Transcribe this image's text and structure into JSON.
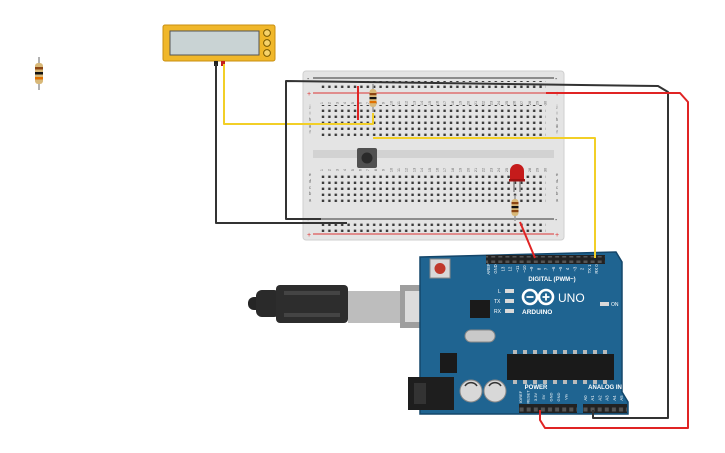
{
  "colors": {
    "canvas": "#ffffff",
    "breadboard": "#e4e4e4",
    "board": "#1f6491",
    "board_edge": "#14466a",
    "wire_red": "#e02424",
    "wire_black": "#333333",
    "wire_yellow": "#f2cf27",
    "led": "#c51b1b",
    "multimeter": "#f0b72a",
    "header": "#222222"
  },
  "arduino": {
    "brand": "ARDUINO",
    "model": "UNO",
    "digital_label": "DIGITAL (PWM~)",
    "power_label": "POWER",
    "analog_label": "ANALOG IN",
    "led_l": "L",
    "led_tx": "TX",
    "led_rx": "RX",
    "led_on": "ON",
    "digital_pins": [
      "AREF",
      "GND",
      "13",
      "12",
      "~11",
      "~10",
      "~9",
      "8",
      "7",
      "~6",
      "~5",
      "4",
      "~3",
      "2",
      "TX 1",
      "RX 0"
    ],
    "power_pins": [
      "IOREF",
      "RESET",
      "3.3V",
      "5V",
      "GND",
      "GND",
      "Vin"
    ],
    "analog_pins": [
      "A0",
      "A1",
      "A2",
      "A3",
      "A4",
      "A5"
    ]
  },
  "breadboard": {
    "column_numbers": [
      "1",
      "2",
      "3",
      "4",
      "5",
      "6",
      "7",
      "8",
      "9",
      "10",
      "11",
      "12",
      "13",
      "14",
      "15",
      "16",
      "17",
      "18",
      "19",
      "20",
      "21",
      "22",
      "23",
      "24",
      "25",
      "26",
      "27",
      "28",
      "29",
      "30"
    ],
    "rows_top": [
      "j",
      "i",
      "h",
      "g",
      "f"
    ],
    "rows_bottom": [
      "e",
      "d",
      "c",
      "b",
      "a"
    ],
    "rail_plus": "+",
    "rail_minus": "-"
  }
}
